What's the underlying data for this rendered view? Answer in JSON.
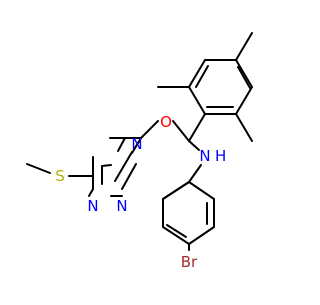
{
  "colors": {
    "bond": "#000000",
    "nitrogen": "#0000ff",
    "oxygen": "#ff0000",
    "sulfur": "#b2b200",
    "bromine": "#a52a2a",
    "background": "#ffffff"
  },
  "atoms": {
    "n_top": "N",
    "n_bottom_left": "N",
    "n_bottom_right": "N",
    "s": "S",
    "o": "O",
    "nh_n": "N",
    "nh_h": "H",
    "br": "Br"
  }
}
